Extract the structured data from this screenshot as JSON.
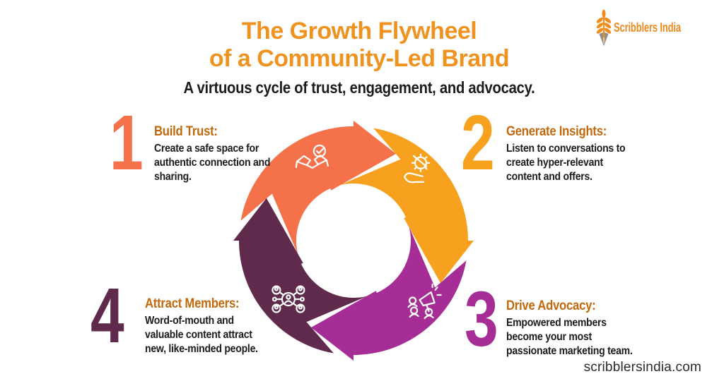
{
  "header": {
    "title_line1": "The Growth Flywheel",
    "title_line2": "of a Community-Led Brand",
    "subtitle": "A virtuous cycle of trust, engagement, and advocacy."
  },
  "logo": {
    "name": "Scribblers India",
    "icon": "wheat-pen-icon",
    "text_color": "#EE8A1F",
    "wheat_color": "#EF8E1E",
    "nib_color": "#8F8F8F"
  },
  "colors": {
    "title": "#F0921F",
    "step_heading": "#C2690E",
    "body_text": "#1C1C1C",
    "footer_text": "#2B2B2B"
  },
  "flywheel": {
    "icon_stroke": "#FFFFFF",
    "segments": [
      {
        "id": "build-trust",
        "color": "#F4714A",
        "icon": "handshake-icon"
      },
      {
        "id": "generate-insights",
        "color": "#F8A11E",
        "icon": "gear-hand-icon"
      },
      {
        "id": "drive-advocacy",
        "color": "#A62D96",
        "icon": "megaphone-icon"
      },
      {
        "id": "attract-members",
        "color": "#5F2A4B",
        "icon": "network-icon"
      }
    ]
  },
  "steps": [
    {
      "number": "1",
      "color": "#F4714A",
      "heading": "Build Trust:",
      "lines": [
        "Create a safe space for",
        "authentic connection and",
        "sharing."
      ]
    },
    {
      "number": "2",
      "color": "#F8A11E",
      "heading": "Generate Insights:",
      "lines": [
        "Listen to conversations to",
        "create hyper-relevant",
        "content and offers."
      ]
    },
    {
      "number": "3",
      "color": "#A62D96",
      "heading": "Drive Advocacy:",
      "lines": [
        "Empowered members",
        "become your most",
        "passionate marketing team."
      ]
    },
    {
      "number": "4",
      "color": "#5F2A4B",
      "heading": "Attract Members:",
      "lines": [
        "Word-of-mouth and",
        "valuable content attract",
        "new, like-minded people."
      ]
    }
  ],
  "footer": {
    "website": "scribblersindia.com"
  }
}
